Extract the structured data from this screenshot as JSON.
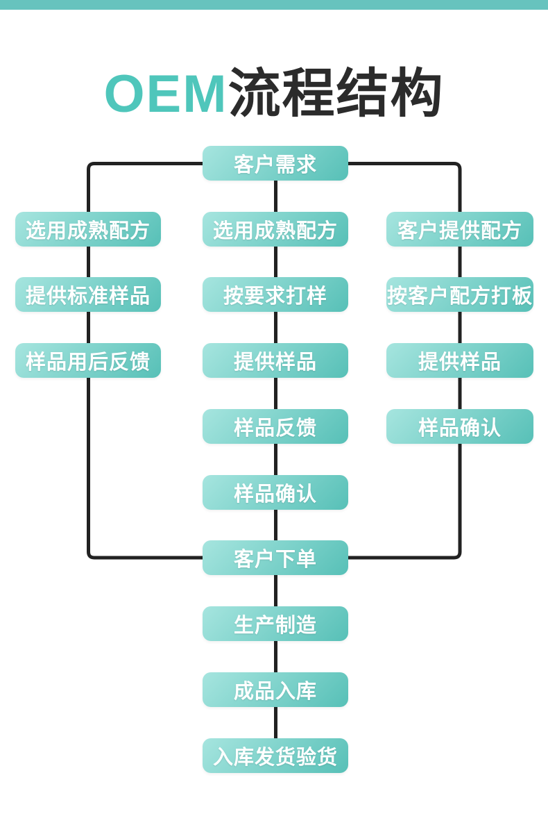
{
  "title": {
    "accent": "OEM",
    "rest": "流程结构"
  },
  "colors": {
    "accent": "#4fc6bb",
    "title_dark": "#2b2b2b",
    "bar": "#67c3be",
    "box_start": "#a6e5df",
    "box_end": "#57c0b7",
    "line": "#222222",
    "node_text": "#ffffff"
  },
  "diagram": {
    "nodes": [
      {
        "id": "customer-demand",
        "label": "客户需求"
      },
      {
        "id": "left-select-mature-formula",
        "label": "选用成熟配方"
      },
      {
        "id": "left-provide-standard-sample",
        "label": "提供标准样品"
      },
      {
        "id": "left-sample-usage-feedback",
        "label": "样品用后反馈"
      },
      {
        "id": "mid-select-mature-formula",
        "label": "选用成熟配方"
      },
      {
        "id": "mid-sample-on-request",
        "label": "按要求打样"
      },
      {
        "id": "mid-provide-sample",
        "label": "提供样品"
      },
      {
        "id": "mid-sample-feedback",
        "label": "样品反馈"
      },
      {
        "id": "mid-sample-confirm",
        "label": "样品确认"
      },
      {
        "id": "right-customer-provides-formula",
        "label": "客户提供配方"
      },
      {
        "id": "right-sample-per-customer-formula",
        "label": "按客户配方打板"
      },
      {
        "id": "right-provide-sample",
        "label": "提供样品"
      },
      {
        "id": "right-sample-confirm",
        "label": "样品确认"
      },
      {
        "id": "customer-order",
        "label": "客户下单"
      },
      {
        "id": "production-manufacturing",
        "label": "生产制造"
      },
      {
        "id": "finished-goods-warehousing",
        "label": "成品入库"
      },
      {
        "id": "warehouse-ship-inspect",
        "label": "入库发货验货"
      }
    ]
  }
}
